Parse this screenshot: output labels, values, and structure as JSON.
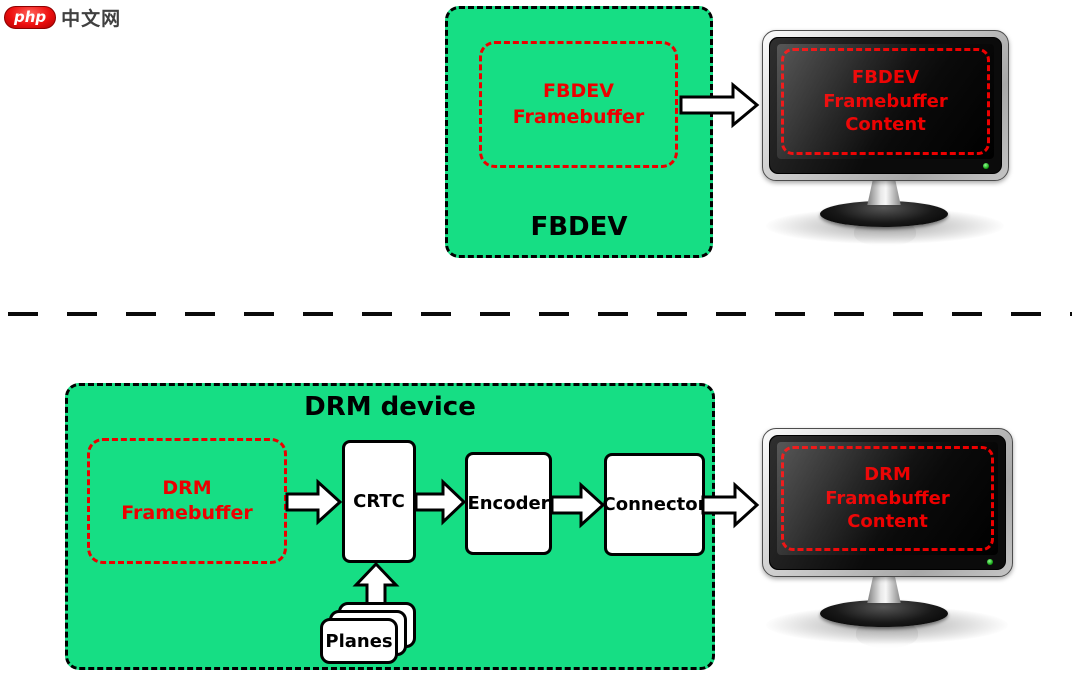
{
  "watermark": {
    "brand": "php",
    "site": "中文网"
  },
  "colors": {
    "device_green": "#16DE84",
    "accent_red": "#ED0000"
  },
  "fbdev": {
    "title": "FBDEV",
    "framebuffer": "FBDEV\nFramebuffer",
    "monitor_content": "FBDEV\nFramebuffer\nContent"
  },
  "drm": {
    "title": "DRM device",
    "framebuffer": "DRM\nFramebuffer",
    "pipeline": {
      "crtc": "CRTC",
      "encoder": "Encoder",
      "connector": "Connector"
    },
    "planes": "Planes",
    "monitor_content": "DRM\nFramebuffer\nContent"
  }
}
